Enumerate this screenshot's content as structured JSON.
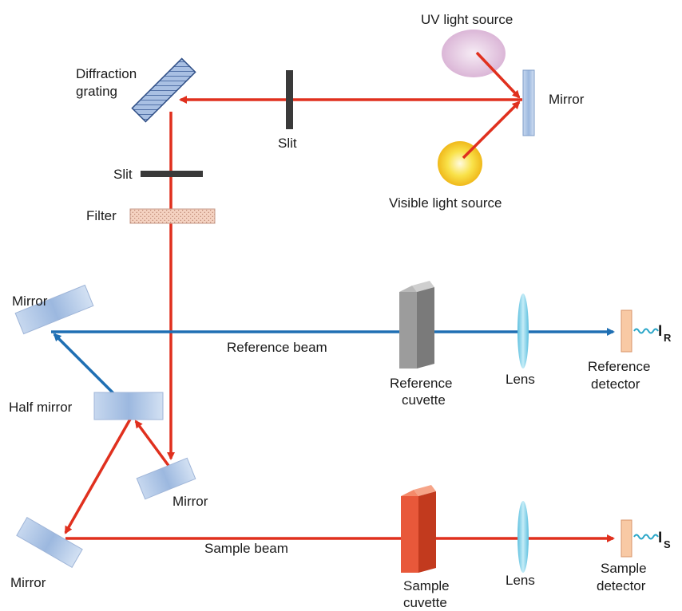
{
  "labels": {
    "uv_source": "UV light source",
    "mirror_top": "Mirror",
    "diffraction_grating_1": "Diffraction",
    "diffraction_grating_2": "grating",
    "slit_top": "Slit",
    "slit_left": "Slit",
    "filter": "Filter",
    "visible_source": "Visible light source",
    "mirror_left_upper": "Mirror",
    "reference_beam": "Reference beam",
    "reference_cuvette_1": "Reference",
    "reference_cuvette_2": "cuvette",
    "lens_reference": "Lens",
    "reference_detector_1": "Reference",
    "reference_detector_2": "detector",
    "half_mirror": "Half mirror",
    "mirror_center": "Mirror",
    "mirror_left_lower": "Mirror",
    "sample_beam": "Sample beam",
    "sample_cuvette_1": "Sample",
    "sample_cuvette_2": "cuvette",
    "lens_sample": "Lens",
    "sample_detector_1": "Sample",
    "sample_detector_2": "detector",
    "intensity_ref_main": "I",
    "intensity_ref_sub": "R",
    "intensity_sample_main": "I",
    "intensity_sample_sub": "S"
  },
  "colors": {
    "red_beam": "#e0301e",
    "blue_beam": "#1f6fb3",
    "mirror": "#a9c4e6",
    "uv_source": "#e6c7e3",
    "visible_source": "#f6d21e",
    "filter": "#f3c9b6",
    "detector": "#f6c29a",
    "lens": "#8fd3ea",
    "slit": "#3a3a3a"
  }
}
